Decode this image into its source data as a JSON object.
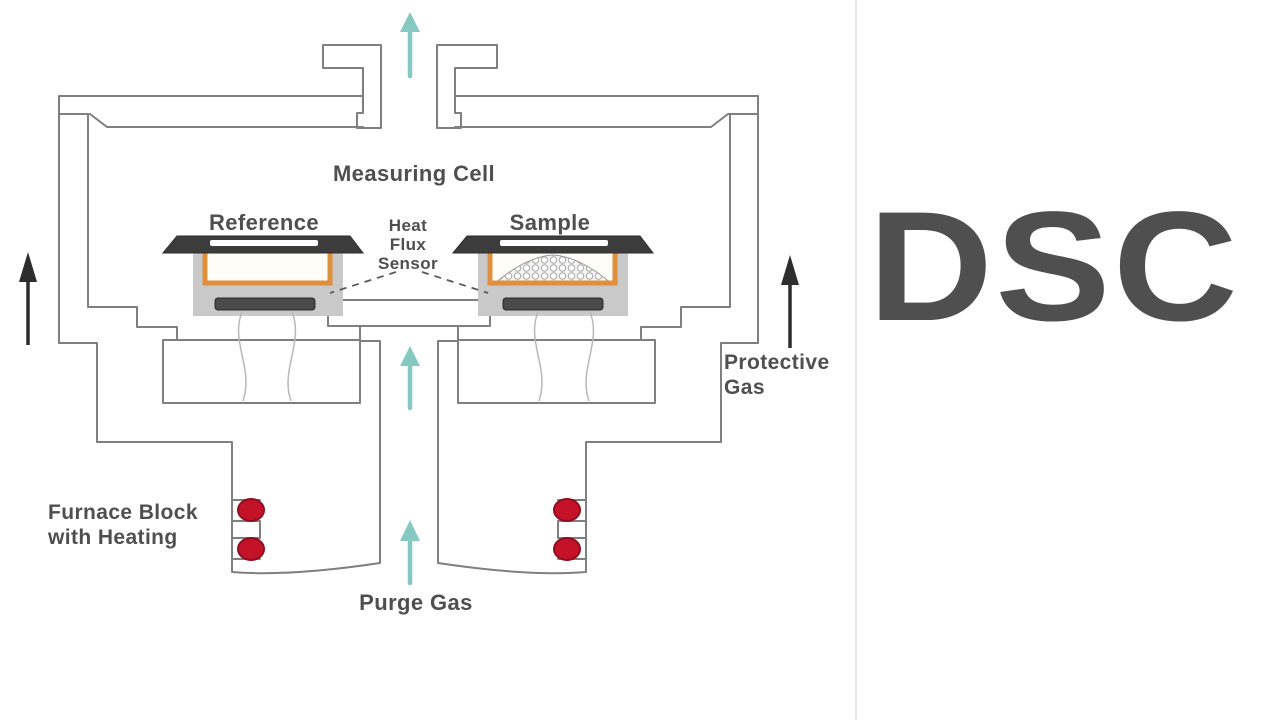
{
  "diagram": {
    "labels": {
      "measuring_cell": "Measuring Cell",
      "reference": "Reference",
      "sample": "Sample",
      "heat_flux_line1": "Heat",
      "heat_flux_line2": "Flux",
      "heat_flux_line3": "Sensor",
      "protective_gas_line1": "Protective",
      "protective_gas_line2": "Gas",
      "furnace_line1": "Furnace Block",
      "furnace_line2": "with Heating",
      "purge_gas": "Purge Gas"
    },
    "colors": {
      "outline": "#7f7f7f",
      "teal_arrow": "#85c9c2",
      "black_arrow": "#2d2d2d",
      "heater_red": "#c41228",
      "heater_red_edge": "#8f0d1f",
      "crucible_orange": "#e0903d",
      "pedestal_gray": "#c9c9c9",
      "lid_dark": "#3c3c3c",
      "sensor_dark": "#4a4a4a",
      "spring_gray": "#b8b8b8",
      "text": "#4f4f4f",
      "divider": "#e8e8e8"
    },
    "icons": {
      "teal_arrows": "gas-flow-up-arrow",
      "black_arrows": "protective-gas-up-arrow",
      "red_dots": "heater-coil-dot"
    }
  },
  "logo": {
    "text": "DSC",
    "gradient": [
      "#22031f",
      "#6f1f78",
      "#8f2d98",
      "#4a1150",
      "#120111"
    ]
  }
}
